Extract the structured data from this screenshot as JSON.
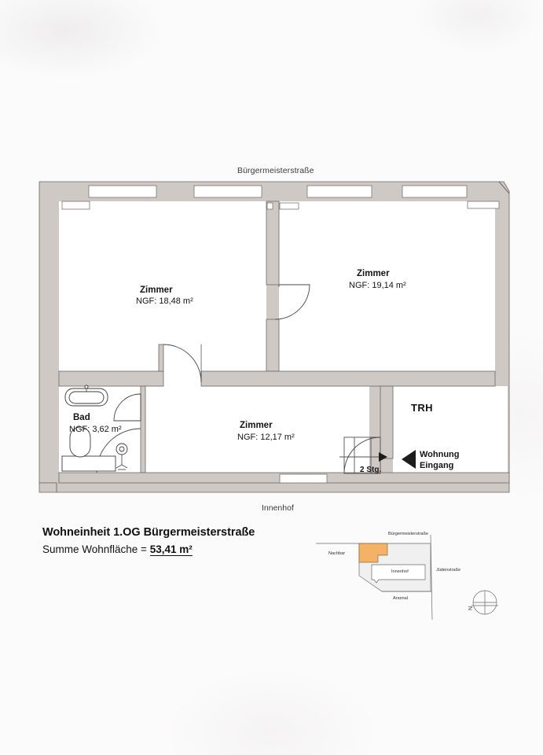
{
  "document": {
    "kind": "architectural-floor-plan",
    "title_line1": "Wohneinheit 1.OG Bürgermeisterstraße",
    "sum_prefix": "Summe Wohnfläche =",
    "sum_value": "53,41 m²"
  },
  "plan": {
    "street_top": "Bürgermeisterstraße",
    "courtyard_bottom": "Innenhof",
    "stair_note": "2 Stg.",
    "stairwell": "TRH",
    "entrance_line1": "Wohnung",
    "entrance_line2": "Eingang",
    "rooms": [
      {
        "id": "zimmer-left",
        "name": "Zimmer",
        "area": "NGF: 18,48 m²"
      },
      {
        "id": "zimmer-right",
        "name": "Zimmer",
        "area": "NGF: 19,14 m²"
      },
      {
        "id": "bad",
        "name": "Bad",
        "area": "NGF: 3,62 m²"
      },
      {
        "id": "zimmer-mid",
        "name": "Zimmer",
        "area": "NGF: 12,17 m²"
      }
    ],
    "colors": {
      "wall_fill": "#cfc9c6",
      "wall_stroke": "#6d6763",
      "room_fill": "#ffffff",
      "line": "#2b2b2b",
      "paper": "#fcfbfb"
    }
  },
  "sitemap": {
    "street_top": "Bürgermeisterstraße",
    "street_right": "Jüdenstraße",
    "neighbour": "Nachbar",
    "courtyard": "Innenhof",
    "arsenal": "Arsenal",
    "north_letter": "N",
    "highlight_color": "#f5b265",
    "block_fill": "#f1f0f0"
  }
}
